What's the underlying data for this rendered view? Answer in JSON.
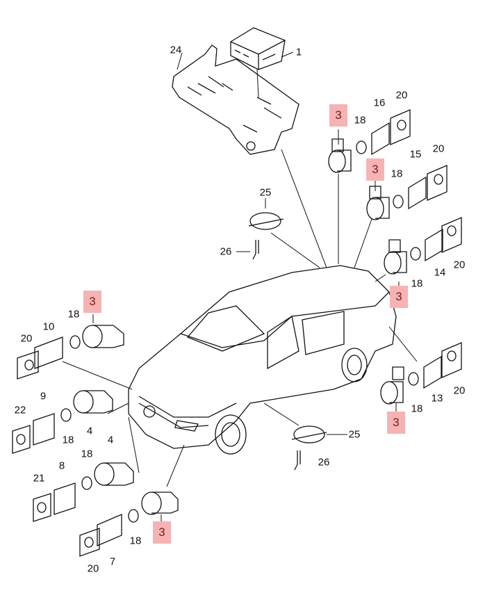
{
  "diagram": {
    "highlight_color": "#f6b3b3",
    "labels": {
      "control_unit": "1",
      "bracket": "24",
      "rear_sensor_a": "3",
      "rear_ring_a": "18",
      "rear_holder_a": "16",
      "rear_pad_a": "20",
      "rear_sensor_b": "3",
      "rear_ring_b": "18",
      "rear_holder_b": "15",
      "rear_pad_b": "20",
      "rear_sensor_c": "3",
      "rear_ring_c": "18",
      "rear_holder_c": "14",
      "rear_pad_c": "20",
      "rear_sensor_d": "3",
      "rear_ring_d": "18",
      "rear_holder_d": "13",
      "rear_pad_d": "20",
      "rear_buzzer": "25",
      "rear_buzzer_clip": "26",
      "front_buzzer": "25",
      "front_buzzer_clip": "26",
      "front_sensor_a": "3",
      "front_ring_a": "18",
      "front_holder_a": "10",
      "front_pad_a": "20",
      "front_holder_b": "9",
      "front_pad_b": "22",
      "front_ring_b": "18",
      "front_sensor_b": "4",
      "front_sensor_c": "4",
      "front_ring_c": "18",
      "front_holder_c": "8",
      "front_pad_c": "21",
      "front_sensor_d": "3",
      "front_ring_d": "18",
      "front_holder_d": "7",
      "front_pad_d": "20"
    }
  }
}
